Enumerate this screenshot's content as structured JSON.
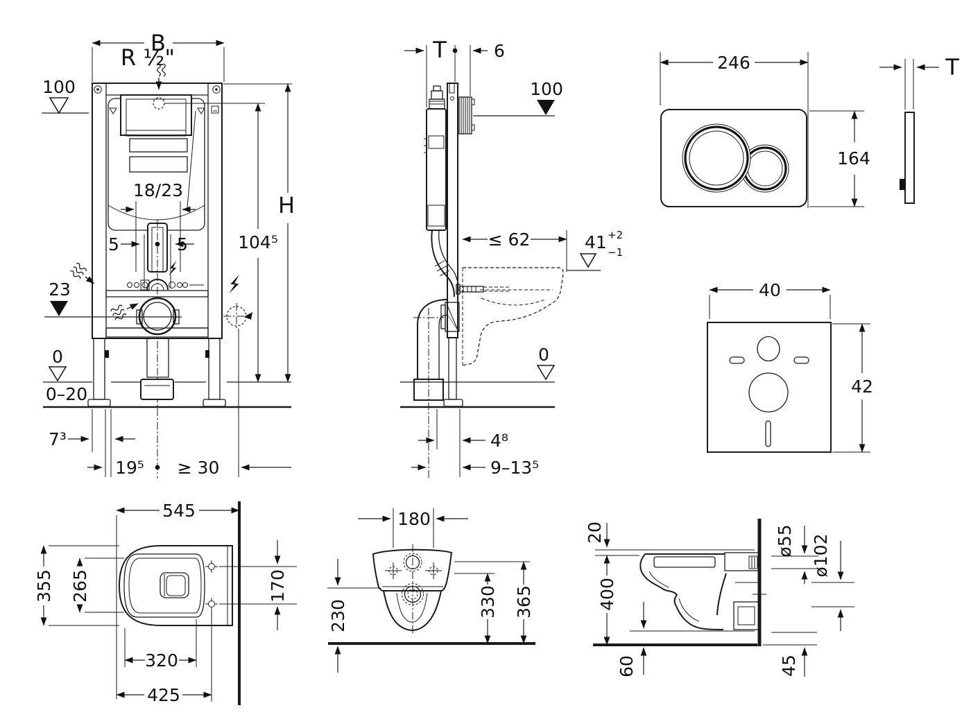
{
  "drawing": {
    "frame_front": {
      "b": "B",
      "supply": "R ½\"",
      "level_top": "100",
      "tank": "18/23",
      "off_left": "5",
      "off_right": "5",
      "height": "H",
      "height2": "104⁵",
      "level_out": "23",
      "level_zero": "0",
      "floor_range": "0–20",
      "dim_side": "7³",
      "dim_center": "19⁵",
      "dim_min": "≥ 30"
    },
    "frame_side": {
      "depth": "T",
      "plate_off": "6",
      "level_top": "100",
      "bowl_max": "≤ 62",
      "seat_h": "41",
      "seat_tol_up": "+2",
      "seat_tol_dn": "−1",
      "level_zero": "0",
      "drain_off": "4⁸",
      "drain_range": "9–13⁵"
    },
    "plate_front": {
      "width": "246",
      "height": "164"
    },
    "plate_side": {
      "thickness": "T"
    },
    "pad": {
      "width": "40",
      "height": "42"
    },
    "wc_top": {
      "length": "545",
      "width": "355",
      "seat_width": "265",
      "bolt_gap": "170",
      "seat_len": "320",
      "body_len": "425"
    },
    "wc_rear": {
      "bolt_gap": "180",
      "h_shelf": "230",
      "h_inlet": "330",
      "h_top": "365"
    },
    "wc_side": {
      "seat_step": "20",
      "height": "400",
      "clear_bottom": "60",
      "inlet_d": "ø55",
      "outlet_d": "ø102",
      "outlet_h": "45"
    }
  }
}
